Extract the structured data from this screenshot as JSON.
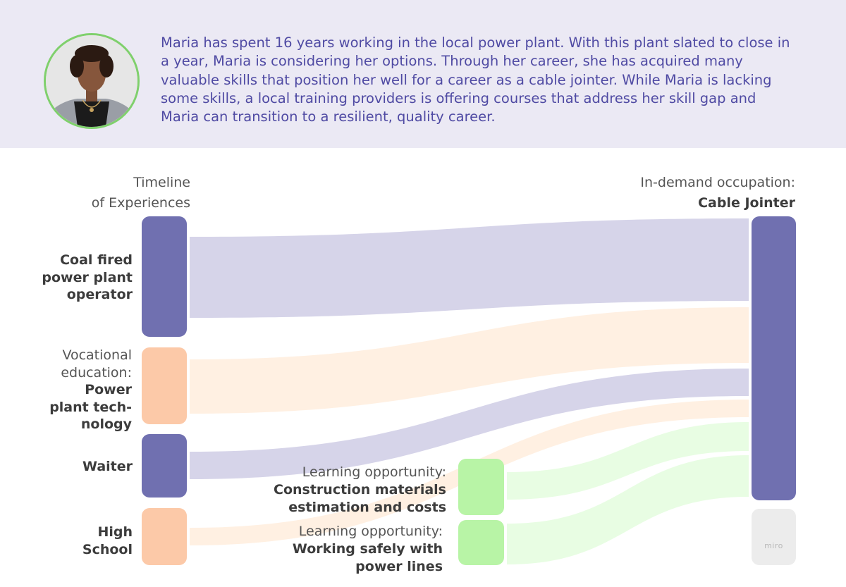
{
  "story": {
    "text": "Maria has spent 16 years working in the local power plant. With this plant slated to close in a year, Maria is considering her options. Through her career, she has acquired many valuable skills that position her well for a career as a cable jointer. While Maria is lacking some skills, a local training providers is offering courses that address her skill gap and Maria can transition to a resilient, quality career."
  },
  "left_heading": {
    "line1": "Timeline",
    "line2": "of Experiences"
  },
  "right_heading": {
    "line1": "In-demand occupation:",
    "line2": "Cable Jointer"
  },
  "experiences": [
    {
      "id": "coal",
      "lines": [
        "Coal fired",
        "power plant",
        "operator"
      ],
      "color": "#7070b0"
    },
    {
      "id": "vocational",
      "prefix": [
        "Vocational",
        "education:"
      ],
      "lines": [
        "Power",
        "plant tech-",
        "nology"
      ],
      "color": "#fcc9a8"
    },
    {
      "id": "waiter",
      "lines": [
        "Waiter"
      ],
      "color": "#7070b0"
    },
    {
      "id": "highschool",
      "lines": [
        "High",
        "School"
      ],
      "color": "#fcc9a8"
    }
  ],
  "learning": [
    {
      "id": "construction",
      "prefix": "Learning opportunity:",
      "lines": [
        "Construction materials",
        "estimation and costs"
      ],
      "color": "#b8f4a6"
    },
    {
      "id": "safety",
      "prefix": "Learning opportunity:",
      "lines": [
        "Working safely with",
        "power lines"
      ],
      "color": "#b8f4a6"
    }
  ],
  "target": {
    "color": "#7070b0"
  },
  "watermark": "miro",
  "colors": {
    "header_bg": "#ebe9f4",
    "purple_node": "#7070b0",
    "purple_flow": "#d6d4e9",
    "orange_node": "#fcc9a8",
    "orange_flow": "#fff0e2",
    "green_node": "#b8f4a6",
    "green_flow": "#e8fde3"
  }
}
